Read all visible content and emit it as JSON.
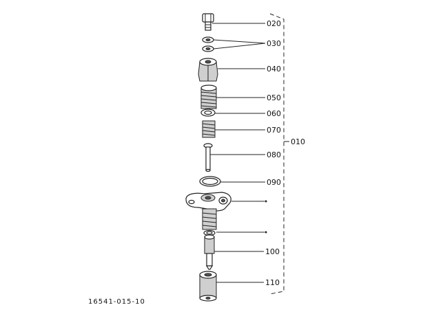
{
  "diagram": {
    "part_labels": {
      "p020": "020",
      "p030": "030",
      "p040": "040",
      "p050": "050",
      "p060": "060",
      "p070": "070",
      "p080": "080",
      "p090": "090",
      "p100": "100",
      "p110": "110",
      "p010": "010"
    },
    "figure_code": "16541-015-10"
  }
}
